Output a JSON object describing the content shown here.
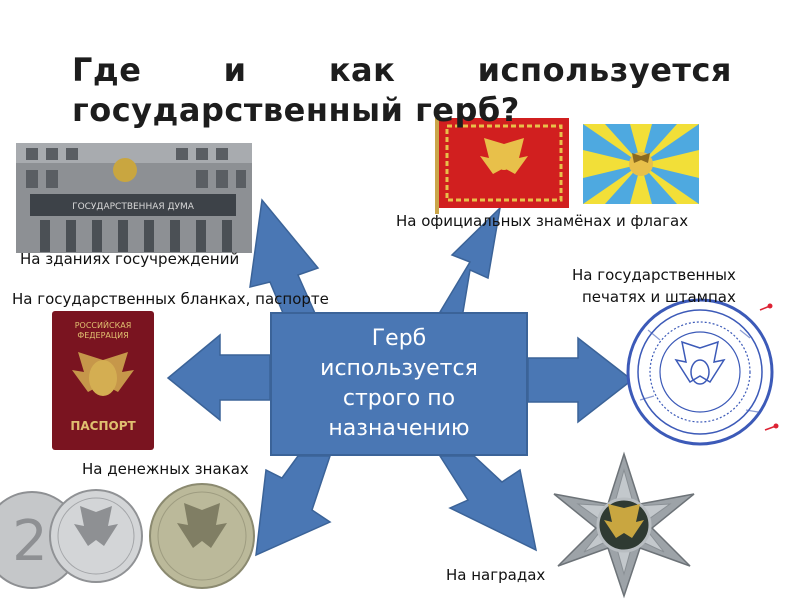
{
  "title": {
    "line1_words": [
      "Где",
      "и",
      "как",
      "используется"
    ],
    "line2": "государственный герб?"
  },
  "center": {
    "lines": [
      "Герб",
      "используется",
      "строго по",
      "назначению"
    ]
  },
  "labels": {
    "buildings": "На зданиях госучреждений",
    "blanks": "На государственных бланках, паспорте",
    "flags": "На официальных знамёнах и флагах",
    "seals_line1": "На государственных",
    "seals_line2": "печатях и штампах",
    "money": "На денежных знаках",
    "awards": "На наградах"
  },
  "images": {
    "building_sign": "ГОСУДАРСТВЕННАЯ ДУМА",
    "passport_top1": "РОССИЙСКАЯ",
    "passport_top2": "ФЕДЕРАЦИЯ",
    "passport_bottom": "ПАСПОРТ"
  },
  "icons": [
    "duma-building-image",
    "passport-image",
    "red-banner-image",
    "air-force-flag-image",
    "official-seal-image",
    "order-star-image",
    "coins-image"
  ],
  "colors": {
    "arrow": "#4a77b4",
    "arrow_border": "#3b6398",
    "banner_red": "#d11f1f",
    "passport": "#7a1420"
  }
}
